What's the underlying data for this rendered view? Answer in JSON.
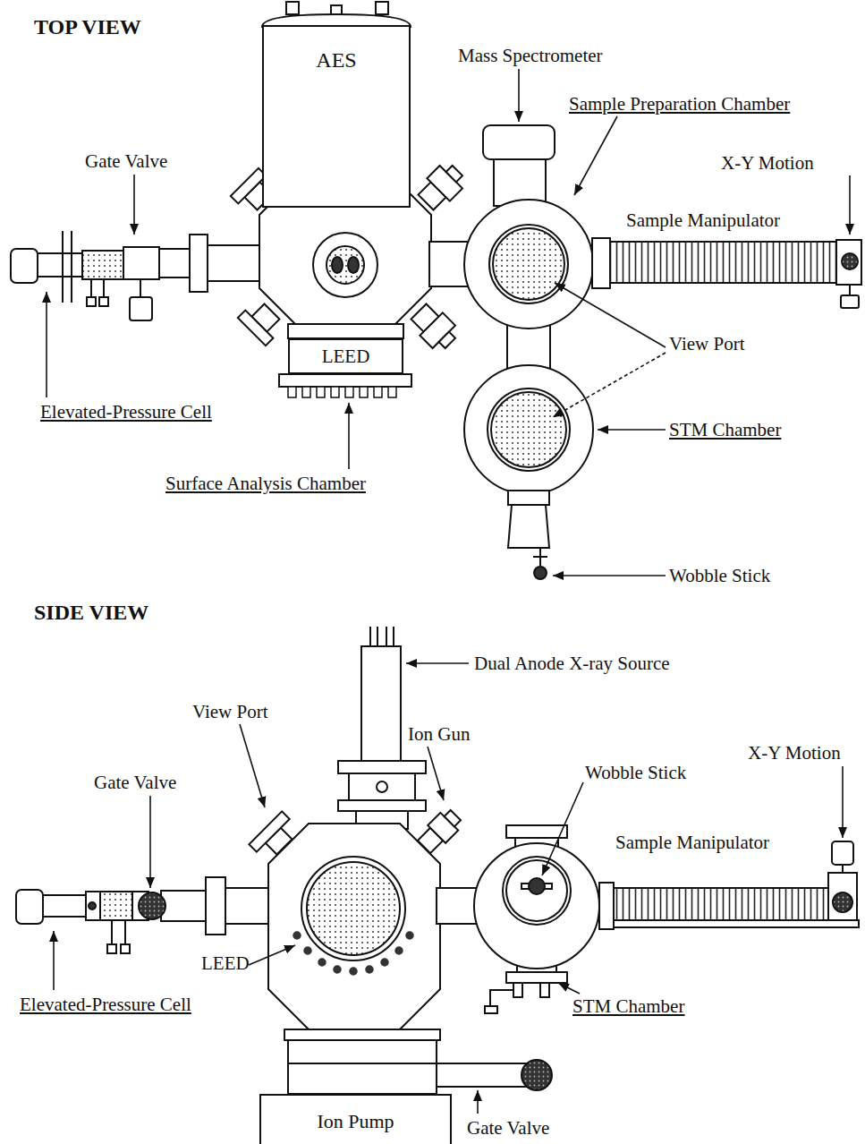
{
  "diagram": {
    "nodes": [
      {
        "text": [
          "AES"
        ]
      },
      {
        "text": [
          "LEED"
        ]
      },
      {
        "text": [
          "Ion Pump"
        ]
      }
    ],
    "labels": [
      "TOP VIEW",
      "Mass Spectrometer",
      "Sample Preparation Chamber",
      "Gate Valve",
      "X-Y Motion",
      "Sample Manipulator",
      "View Port",
      "Elevated-Pressure Cell",
      "STM Chamber",
      "Surface Analysis Chamber",
      "Wobble Stick",
      "SIDE VIEW",
      "Dual Anode X-ray Source",
      "View Port",
      "Ion Gun",
      "Gate Valve",
      "Wobble Stick",
      "X-Y Motion",
      "Sample Manipulator",
      "LEED",
      "Elevated-Pressure Cell",
      "STM Chamber",
      "Gate Valve"
    ]
  }
}
